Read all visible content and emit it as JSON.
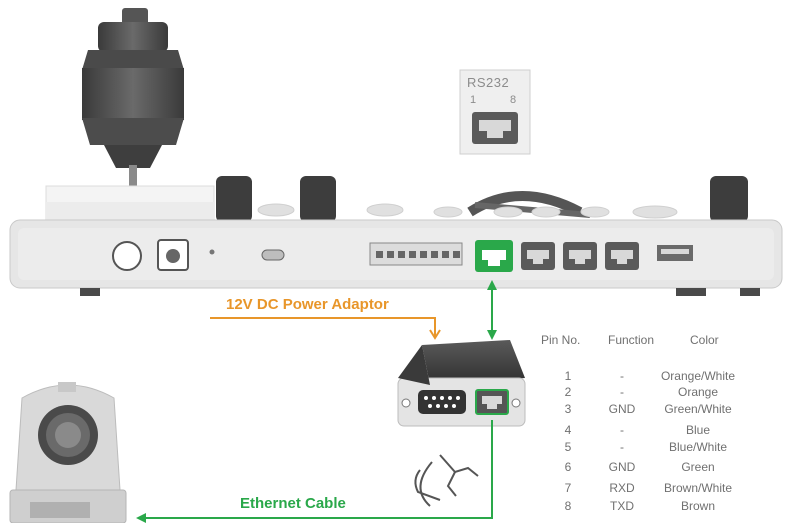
{
  "rs232": {
    "title": "RS232",
    "pin_left": "1",
    "pin_right": "8"
  },
  "labels": {
    "power": "12V DC Power Adaptor",
    "ethernet": "Ethernet Cable"
  },
  "pin_table": {
    "headers": {
      "pin": "Pin No.",
      "function": "Function",
      "color": "Color"
    },
    "rows": [
      {
        "pin": "1",
        "function": "-",
        "color": "Orange/White"
      },
      {
        "pin": "2",
        "function": "-",
        "color": "Orange"
      },
      {
        "pin": "3",
        "function": "GND",
        "color": "Green/White"
      },
      {
        "pin": "4",
        "function": "-",
        "color": "Blue"
      },
      {
        "pin": "5",
        "function": "-",
        "color": "Blue/White"
      },
      {
        "pin": "6",
        "function": "GND",
        "color": "Green"
      },
      {
        "pin": "7",
        "function": "RXD",
        "color": "Brown/White"
      },
      {
        "pin": "8",
        "function": "TXD",
        "color": "Brown"
      }
    ]
  },
  "colors": {
    "power_line": "#e8962a",
    "ethernet_line": "#2aa84a",
    "device_body": "#e6e6e6",
    "device_dark": "#4a4a4a"
  }
}
